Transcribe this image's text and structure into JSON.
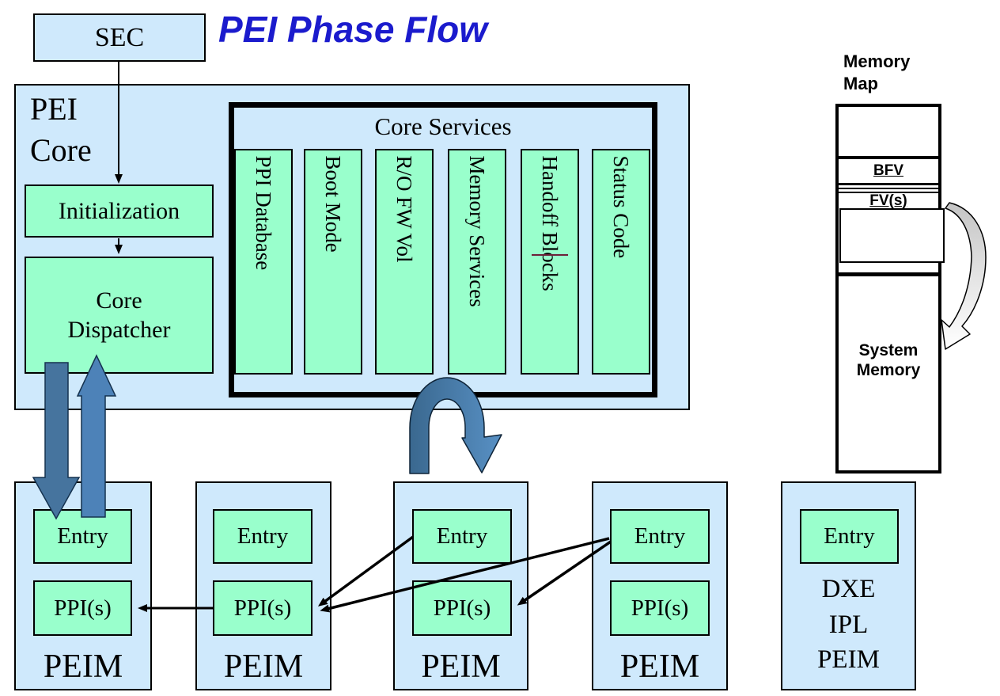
{
  "title": "PEI Phase Flow",
  "colors": {
    "panel_blue": "#cfe9fc",
    "mint_green": "#99ffcc",
    "title_blue": "#1b1bcd",
    "arrow_blue": "#4a7db3",
    "arrow_blue_dark": "#3a688f",
    "gray_arrow": "#c8c8c8"
  },
  "sec": {
    "label": "SEC"
  },
  "pei_core": {
    "label": "PEI\nCore",
    "initialization": "Initialization",
    "dispatcher": "Core\nDispatcher"
  },
  "core_services": {
    "title": "Core Services",
    "services": [
      "PPI Database",
      "Boot Mode",
      "R/O FW Vol",
      "Memory Services",
      "Handoff Blocks",
      "Status Code"
    ]
  },
  "peims": [
    {
      "entry": "Entry",
      "ppi": "PPI(s)",
      "label": "PEIM"
    },
    {
      "entry": "Entry",
      "ppi": "PPI(s)",
      "label": "PEIM"
    },
    {
      "entry": "Entry",
      "ppi": "PPI(s)",
      "label": "PEIM"
    },
    {
      "entry": "Entry",
      "ppi": "PPI(s)",
      "label": "PEIM"
    }
  ],
  "dxe_ipl": {
    "entry": "Entry",
    "label": "DXE\nIPL\nPEIM"
  },
  "memory_map": {
    "title": "Memory\nMap",
    "bfv": "BFV",
    "fv": "FV(s)",
    "system_memory": "System\nMemory"
  }
}
